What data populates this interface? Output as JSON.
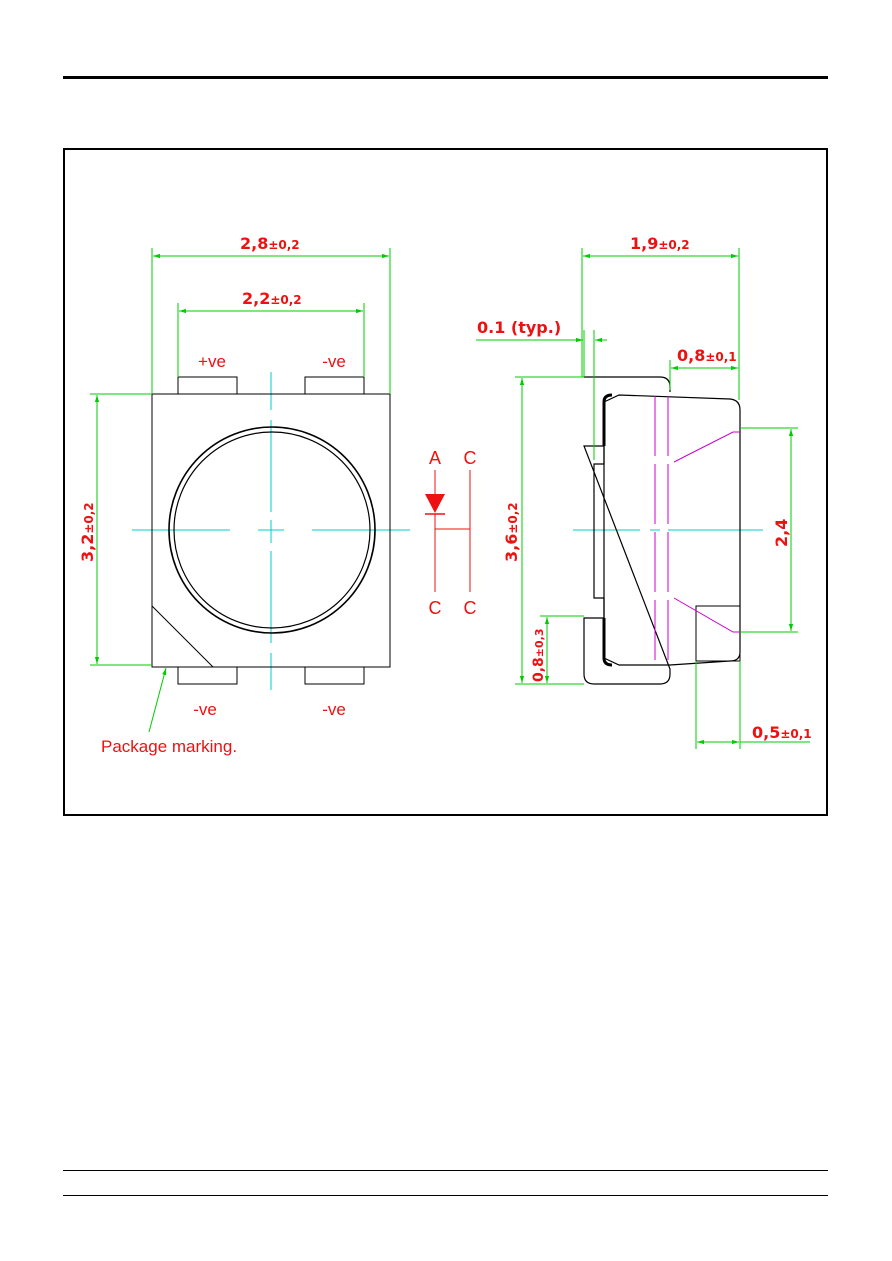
{
  "colors": {
    "outline": "#000000",
    "dimension": "#00cc00",
    "centerline": "#00cccc",
    "label": "#ee1111",
    "hidden": "#cc00cc"
  },
  "top_view": {
    "width_total": {
      "main": "2,8",
      "tol": "±0,2"
    },
    "pad_pitch": {
      "main": "2,2",
      "tol": "±0,2"
    },
    "height": {
      "main": "3,2",
      "tol": "±0,2"
    },
    "pin_top_left": "+ve",
    "pin_top_right": "-ve",
    "pin_bottom_left": "-ve",
    "pin_bottom_right": "-ve",
    "marking_note": "Package marking."
  },
  "schematic": {
    "anode": "A",
    "cathode_top": "C",
    "cathode_bottom_left": "C",
    "cathode_bottom_right": "C"
  },
  "side_view": {
    "depth": {
      "main": "1,9",
      "tol": "±0,2"
    },
    "lead_thickness": "0.1 (typ.)",
    "lens_offset": {
      "main": "0,8",
      "tol": "±0,1"
    },
    "length": {
      "main": "3,6",
      "tol": "±0,2"
    },
    "pad_span": "2,4",
    "lead_length": {
      "main": "0,8",
      "tol": "±0,3"
    },
    "pad_width": {
      "main": "0,5",
      "tol": "±0,1"
    }
  }
}
